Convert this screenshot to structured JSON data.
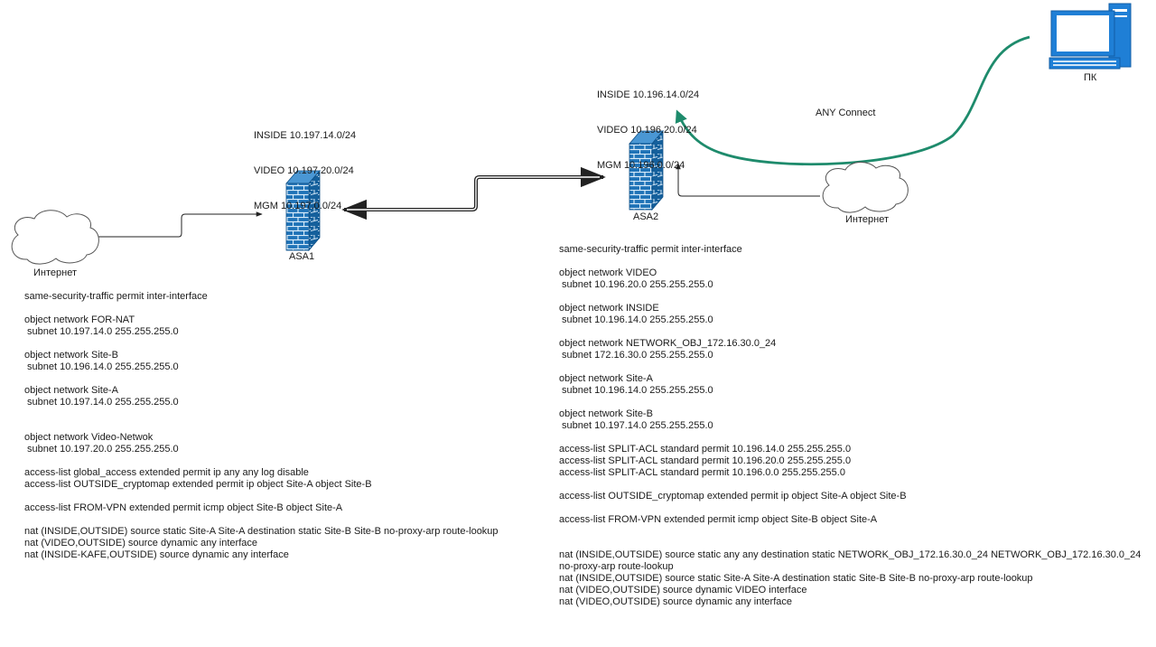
{
  "colors": {
    "firewall": "#1f73b7",
    "firewall_outline": "#0d4f86",
    "anyconnect_link": "#1e8b6c",
    "line": "#333333",
    "cloud_outline": "#555555",
    "pc": "#1f7fd6"
  },
  "internet_left": {
    "icon": "cloud-icon",
    "label": "Интернет"
  },
  "internet_right": {
    "icon": "cloud-icon",
    "label": "Интернет"
  },
  "pc": {
    "icon": "desktop-computer-icon",
    "label": "ПК"
  },
  "anyconnect_label": "ANY Connect",
  "asa1": {
    "icon": "firewall-icon",
    "label": "ASA1",
    "subnets": [
      "INSIDE 10.197.14.0/24",
      "VIDEO 10.197.20.0/24",
      "MGM 10.197.0.0/24"
    ],
    "config": [
      "same-security-traffic permit inter-interface",
      "",
      "object network FOR-NAT",
      " subnet 10.197.14.0 255.255.255.0",
      "",
      "object network Site-B",
      " subnet 10.196.14.0 255.255.255.0",
      "",
      "object network Site-A",
      " subnet 10.197.14.0 255.255.255.0",
      "",
      "",
      "object network Video-Netwok",
      " subnet 10.197.20.0 255.255.255.0",
      "",
      "access-list global_access extended permit ip any any log disable",
      "access-list OUTSIDE_cryptomap extended permit ip object Site-A object Site-B",
      "",
      "access-list FROM-VPN extended permit icmp object Site-B object Site-A",
      "",
      "nat (INSIDE,OUTSIDE) source static Site-A Site-A destination static Site-B Site-B no-proxy-arp route-lookup",
      "nat (VIDEO,OUTSIDE) source dynamic any interface",
      "nat (INSIDE-KAFE,OUTSIDE) source dynamic any interface"
    ]
  },
  "asa2": {
    "icon": "firewall-icon",
    "label": "ASA2",
    "subnets": [
      "INSIDE 10.196.14.0/24",
      "VIDEO 10.196.20.0/24",
      "MGM 10.196.0.0/24"
    ],
    "config": [
      "same-security-traffic permit inter-interface",
      "",
      "object network VIDEO",
      " subnet 10.196.20.0 255.255.255.0",
      "",
      "object network INSIDE",
      " subnet 10.196.14.0 255.255.255.0",
      "",
      "object network NETWORK_OBJ_172.16.30.0_24",
      " subnet 172.16.30.0 255.255.255.0",
      "",
      "object network Site-A",
      " subnet 10.196.14.0 255.255.255.0",
      "",
      "object network Site-B",
      " subnet 10.197.14.0 255.255.255.0",
      "",
      "access-list SPLIT-ACL standard permit 10.196.14.0 255.255.255.0",
      "access-list SPLIT-ACL standard permit 10.196.20.0 255.255.255.0",
      "access-list SPLIT-ACL standard permit 10.196.0.0 255.255.255.0",
      "",
      "access-list OUTSIDE_cryptomap extended permit ip object Site-A object Site-B",
      "",
      "access-list FROM-VPN extended permit icmp object Site-B object Site-A",
      "",
      "",
      "nat (INSIDE,OUTSIDE) source static any any destination static NETWORK_OBJ_172.16.30.0_24 NETWORK_OBJ_172.16.30.0_24",
      "no-proxy-arp route-lookup",
      "nat (INSIDE,OUTSIDE) source static Site-A Site-A destination static Site-B Site-B no-proxy-arp route-lookup",
      "nat (VIDEO,OUTSIDE) source dynamic VIDEO interface",
      "nat (VIDEO,OUTSIDE) source dynamic any interface"
    ]
  }
}
